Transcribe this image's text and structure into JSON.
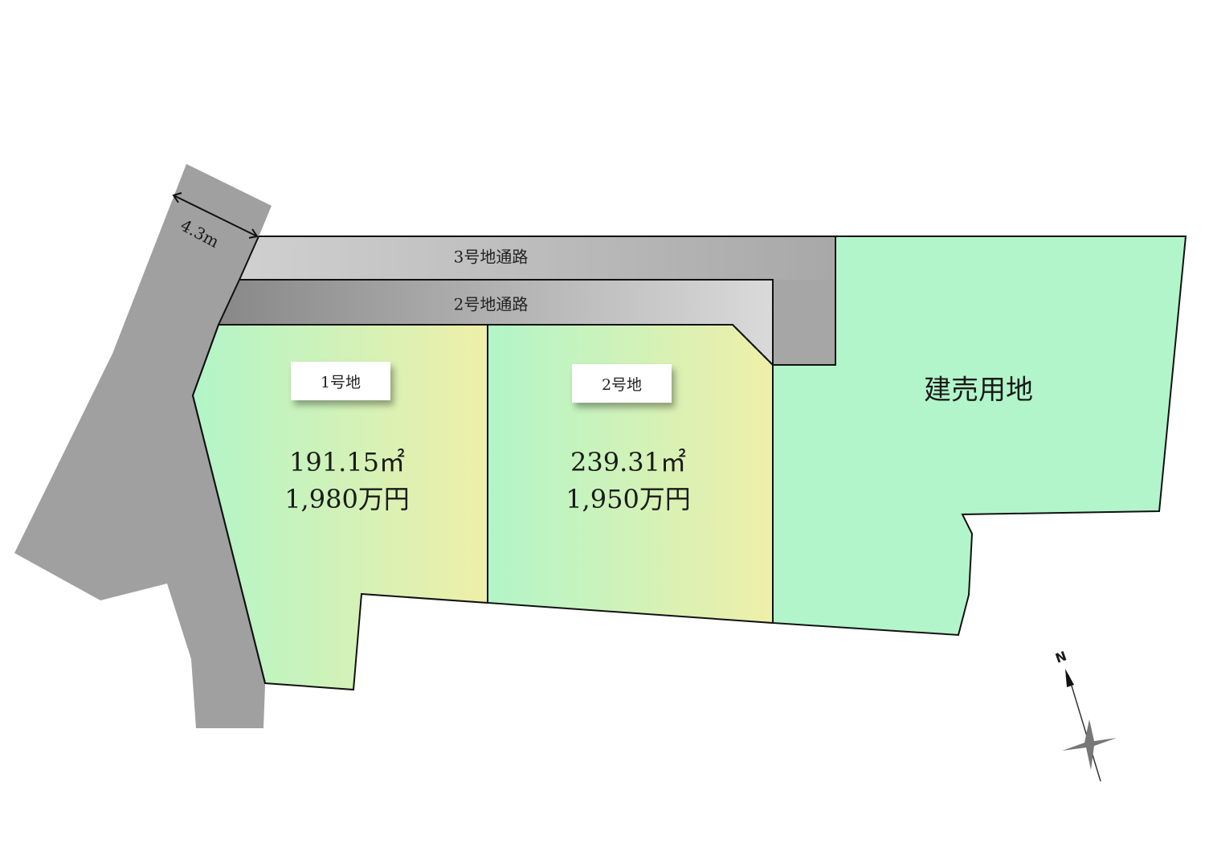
{
  "map": {
    "roads": {
      "road3_label": "3号地通路",
      "road2_label": "2号地通路",
      "public_road_width": "4.3m"
    },
    "lots": [
      {
        "tag": "1号地",
        "area": "191.15㎡",
        "price": "1,980万円"
      },
      {
        "tag": "2号地",
        "area": "239.31㎡",
        "price": "1,950万円"
      }
    ],
    "builder_lot": {
      "label": "建売用地"
    },
    "compass": {
      "north_label": "N"
    },
    "colors": {
      "public_road": "#a0a0a0",
      "road3": "#c4c4c4",
      "road2": "#8a8a8a",
      "lot_gradient_start": "#b2f5c8",
      "lot_gradient_end": "#efefa8",
      "builder_lot": "#b2f5cb",
      "outline": "#111111"
    }
  }
}
